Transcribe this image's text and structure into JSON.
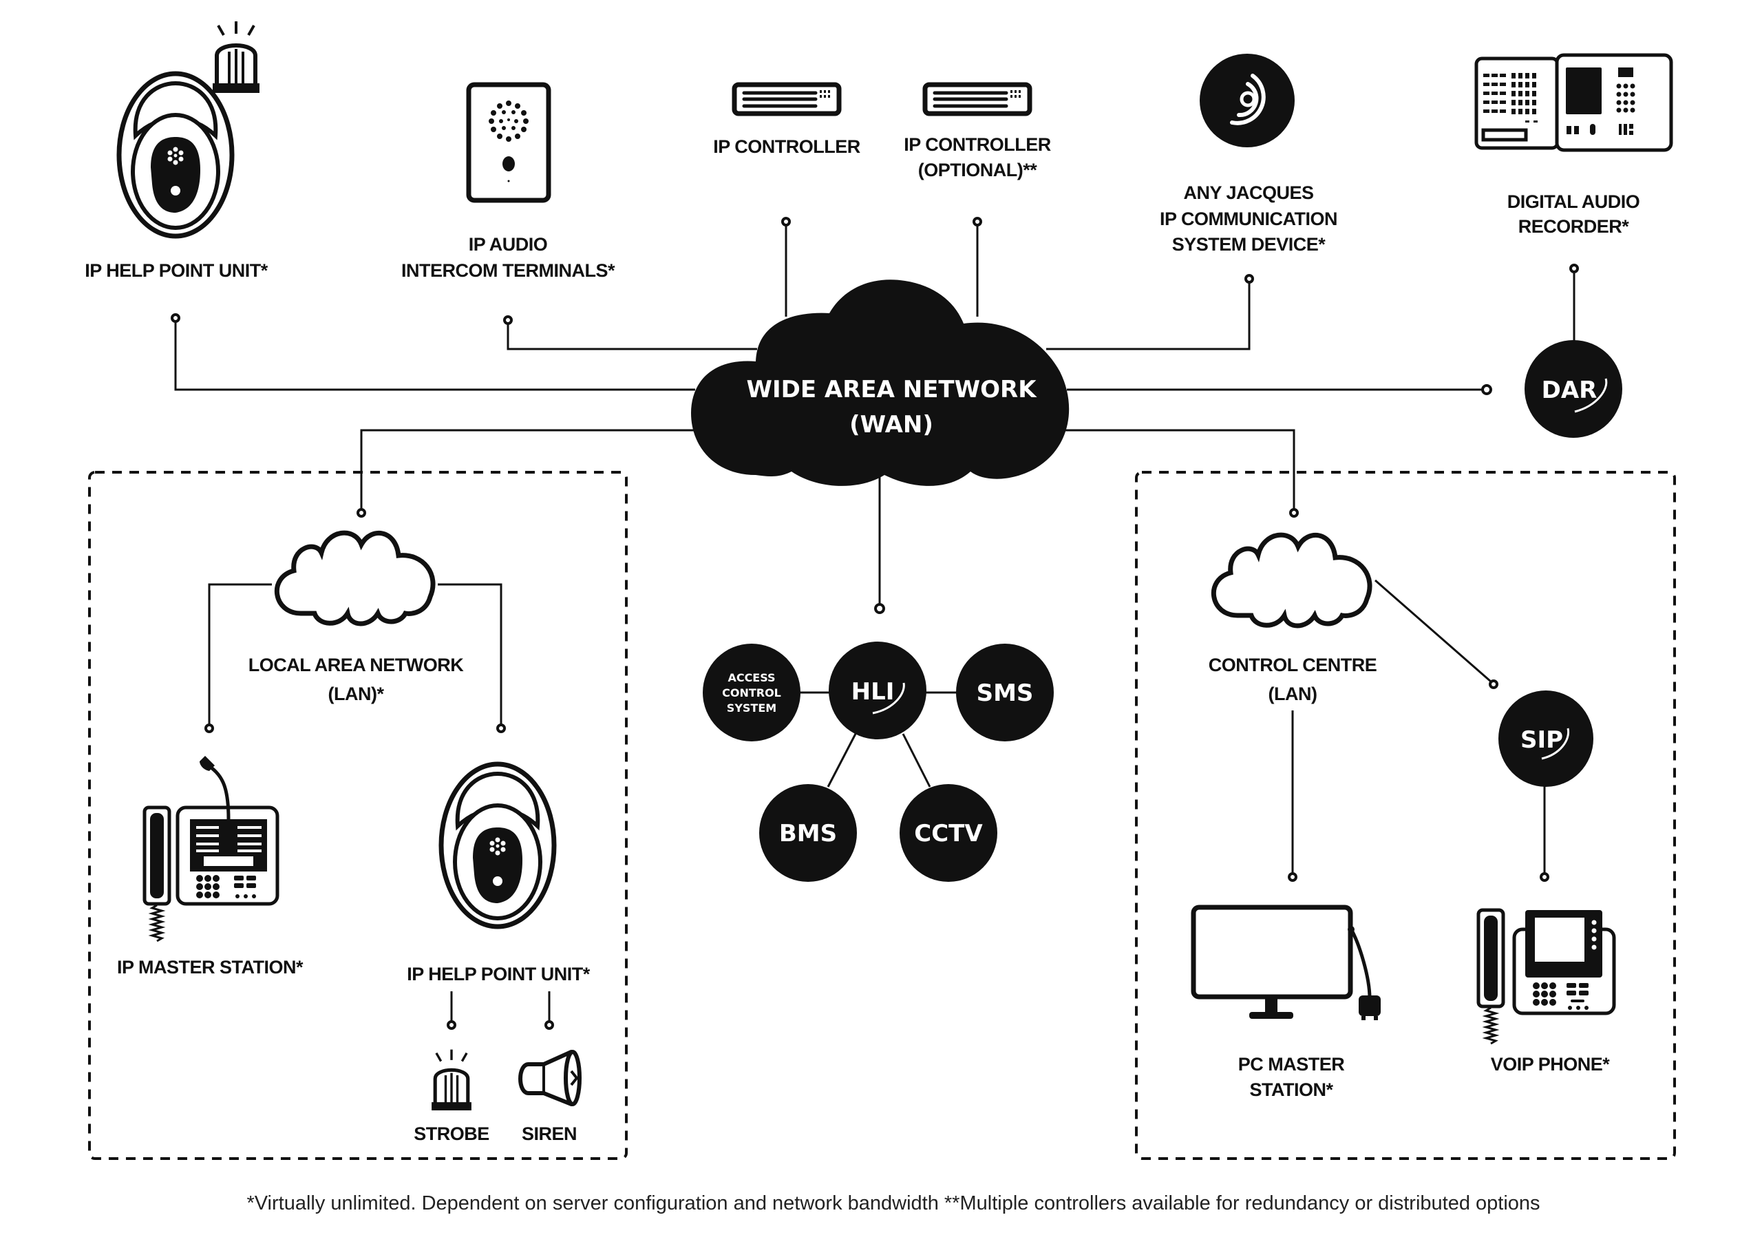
{
  "diagram": {
    "title": "IP communication system network topology",
    "colors": {
      "ink": "#111111",
      "background": "#ffffff",
      "inverse_text": "#ffffff"
    },
    "wan": {
      "line1": "WIDE AREA NETWORK",
      "line2": "(WAN)"
    },
    "top_devices": {
      "help_point": {
        "label": "IP HELP POINT UNIT*",
        "icon": "help-point-icon"
      },
      "intercom": {
        "line1": "IP AUDIO",
        "line2": "INTERCOM TERMINALS*",
        "icon": "intercom-terminal-icon"
      },
      "controller": {
        "label": "IP CONTROLLER",
        "icon": "server-rack-icon"
      },
      "controller_optional": {
        "line1": "IP CONTROLLER",
        "line2": "(OPTIONAL)**",
        "icon": "server-rack-icon"
      },
      "jacques_device": {
        "line1": "ANY JACQUES",
        "line2": "IP COMMUNICATION",
        "line3": "SYSTEM DEVICE*",
        "icon": "jacques-logo-icon"
      },
      "recorder": {
        "line1": "DIGITAL AUDIO",
        "line2": "RECORDER*",
        "icon": "digital-audio-recorder-icon"
      }
    },
    "dar_badge": "DAR",
    "integration": {
      "hub": "HLI",
      "nodes": {
        "access": {
          "line1": "ACCESS",
          "line2": "CONTROL",
          "line3": "SYSTEM"
        },
        "sms": "SMS",
        "bms": "BMS",
        "cctv": "CCTV"
      }
    },
    "lan_group": {
      "line1": "LOCAL AREA NETWORK",
      "line2": "(LAN)*",
      "master_station": "IP MASTER STATION*",
      "help_point": "IP HELP POINT UNIT*",
      "strobe": "STROBE",
      "siren": "SIREN"
    },
    "control_centre": {
      "line1": "CONTROL CENTRE",
      "line2": "(LAN)",
      "sip_badge": "SIP",
      "pc_master_line1": "PC MASTER",
      "pc_master_line2": "STATION*",
      "voip_phone": "VOIP PHONE*"
    },
    "footnote": "*Virtually unlimited. Dependent on server configuration and network bandwidth **Multiple controllers available for redundancy or distributed options"
  }
}
